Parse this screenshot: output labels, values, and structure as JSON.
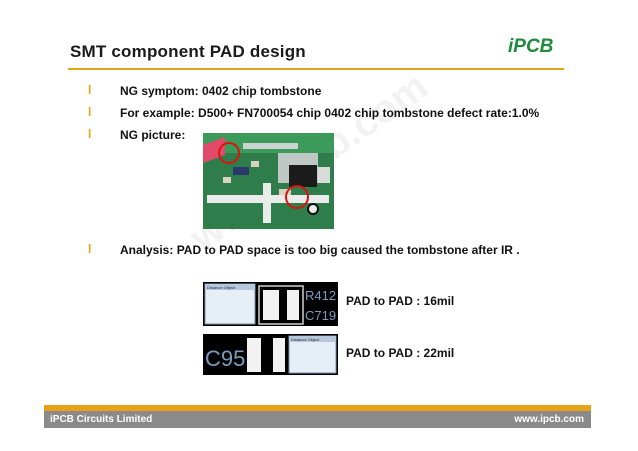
{
  "header": {
    "title": "SMT component PAD design",
    "logo": "iPCB"
  },
  "bullets": [
    {
      "marker": "l",
      "text": "NG symptom: 0402 chip tombstone"
    },
    {
      "marker": "l",
      "text": "For example: D500+ FN700054  chip 0402 chip tombstone defect rate:1.0%"
    },
    {
      "marker": "l",
      "text": "NG picture:"
    },
    {
      "marker": "l",
      "text": "Analysis: PAD to PAD space is too big caused the tombstone after IR ."
    }
  ],
  "images": {
    "pcb_photo": "ng-picture-pcb-photo",
    "layout1": {
      "silkscreen": [
        "R412",
        "C719"
      ],
      "dialog_title": "Distance Object"
    },
    "layout2": {
      "silkscreen": "C95",
      "dialog_title": "Distance Object"
    }
  },
  "measurements": [
    {
      "text": "PAD to PAD : 16mil"
    },
    {
      "text": "PAD to PAD : 22mil"
    }
  ],
  "watermark": "www.ipcb.com",
  "footer": {
    "left": "iPCB Circuits Limited",
    "right": "www.ipcb.com"
  },
  "colors": {
    "accent": "#e8a21a",
    "brand_green": "#1f8a3a",
    "footer_gray": "#8a8a8a"
  }
}
